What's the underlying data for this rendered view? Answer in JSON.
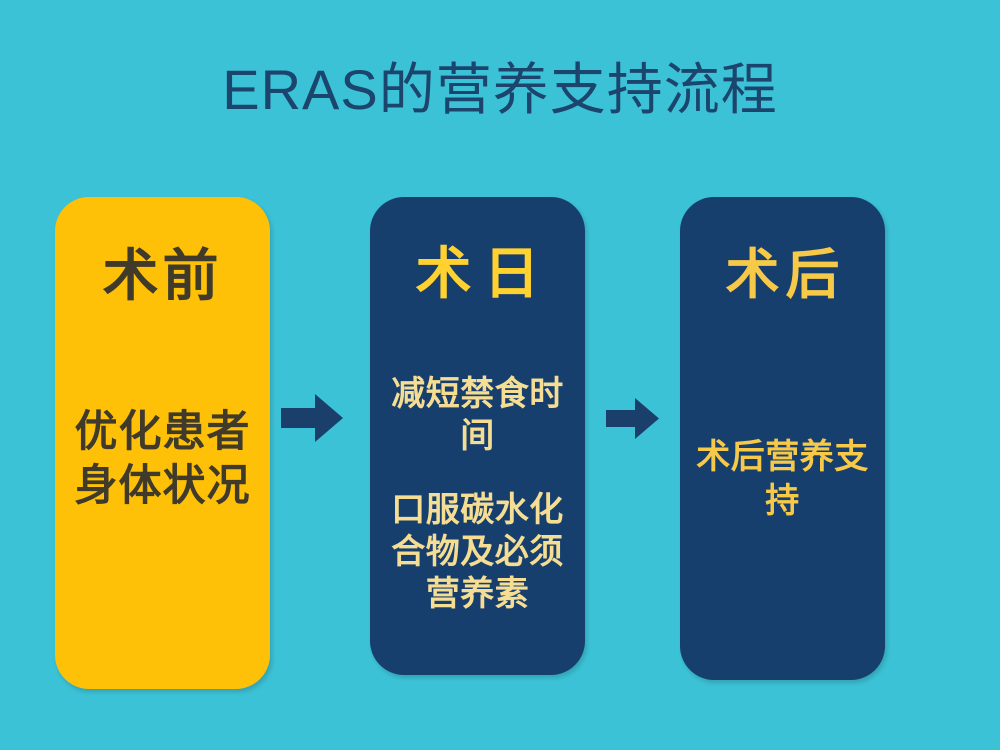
{
  "slide": {
    "title": "ERAS的营养支持流程",
    "background_color": "#3CC2D6",
    "title_color": "#1C456E"
  },
  "cards": [
    {
      "id": "preoperative",
      "heading": "术前",
      "body": [
        "优化患者身体状况"
      ],
      "background_color": "#FFC107",
      "heading_color": "#3F3A2A",
      "body_color": "#3F3A2A"
    },
    {
      "id": "day-of-surgery",
      "heading": "术日",
      "body": [
        "减短禁食时间",
        "口服碳水化合物及必须营养素"
      ],
      "background_color": "#173F6E",
      "heading_color": "#FFD230",
      "body_color": "#F5DE93"
    },
    {
      "id": "postoperative",
      "heading": "术后",
      "body": [
        "术后营养支持"
      ],
      "background_color": "#173F6E",
      "heading_color": "#F7C948",
      "body_color": "#F7C948"
    }
  ],
  "arrows": [
    {
      "id": "arrow-pre-to-day",
      "direction": "right",
      "color": "#1B3F6B"
    },
    {
      "id": "arrow-day-to-post",
      "direction": "right",
      "color": "#1B3F6B"
    }
  ],
  "flow": {
    "type": "process",
    "sequence": [
      "术前",
      "术日",
      "术后"
    ]
  }
}
